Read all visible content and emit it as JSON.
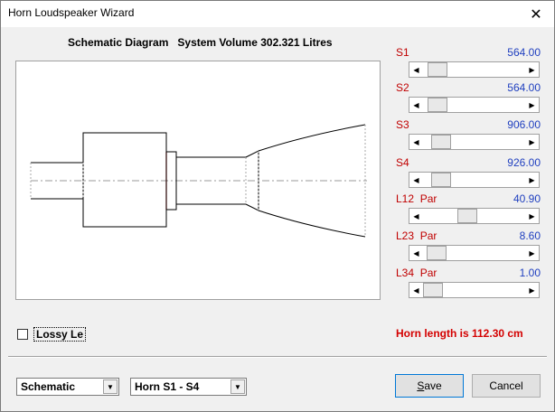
{
  "window": {
    "title": "Horn Loudspeaker Wizard",
    "close_glyph": "✕"
  },
  "diagram": {
    "label": "Schematic Diagram",
    "volume_text": "System Volume 302.321 Litres"
  },
  "params": [
    {
      "label": "S1",
      "value": "564.00",
      "fraction": 0.06
    },
    {
      "label": "S2",
      "value": "564.00",
      "fraction": 0.06
    },
    {
      "label": "S3",
      "value": "906.00",
      "fraction": 0.1
    },
    {
      "label": "S4",
      "value": "926.00",
      "fraction": 0.1
    },
    {
      "label": "L12  Par",
      "value": "40.90",
      "fraction": 0.42
    },
    {
      "label": "L23  Par",
      "value": "8.60",
      "fraction": 0.04
    },
    {
      "label": "L34  Par",
      "value": "1.00",
      "fraction": 0.0
    }
  ],
  "lossy": {
    "label": "Lossy Le",
    "checked": false
  },
  "horn_length_text": "Horn length is 112.30 cm",
  "view_select": {
    "value": "Schematic"
  },
  "range_select": {
    "value": "Horn S1 - S4"
  },
  "buttons": {
    "save": "Save",
    "cancel": "Cancel"
  },
  "colors": {
    "param_label": "#c00000",
    "param_value": "#1f3fbf",
    "horn_length": "#d40000"
  },
  "icons": {
    "scroll_left": "◀",
    "scroll_right": "▶",
    "dropdown": "▼"
  }
}
